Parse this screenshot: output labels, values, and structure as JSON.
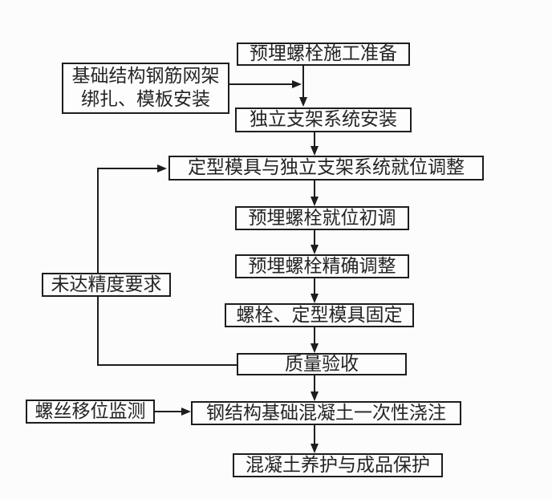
{
  "diagram": {
    "type": "flowchart",
    "language": "zh-CN",
    "colors": {
      "background": "#fcfcfc",
      "box_fill": "#fdfdfd",
      "line": "#1d1d1d",
      "text": "#242424"
    },
    "nodes": {
      "bolt_prep": {
        "label": "预埋螺栓施工准备"
      },
      "rebar_formwork": {
        "line1": "基础结构钢筋网架",
        "line2": "绑扎、模板安装"
      },
      "support_install": {
        "label": "独立支架系统安装"
      },
      "mold_positioning": {
        "label": "定型模具与独立支架系统就位调整"
      },
      "bolt_initial_adjust": {
        "label": "预埋螺栓就位初调"
      },
      "bolt_precise_adjust": {
        "label": "预埋螺栓精确调整"
      },
      "bolt_mold_fixing": {
        "label": "螺栓、定型模具固定"
      },
      "quality_check": {
        "label": "质量验收"
      },
      "precision_not_met": {
        "label": "未达精度要求"
      },
      "screw_monitoring": {
        "label": "螺丝移位监测"
      },
      "concrete_pouring": {
        "label": "钢结构基础混凝土一次性浇注"
      },
      "concrete_curing": {
        "label": "混凝土养护与成品保护"
      }
    },
    "edges": [
      {
        "from": "bolt_prep",
        "to": "support_install"
      },
      {
        "from": "rebar_formwork",
        "to": "support_install"
      },
      {
        "from": "support_install",
        "to": "mold_positioning"
      },
      {
        "from": "mold_positioning",
        "to": "bolt_initial_adjust"
      },
      {
        "from": "bolt_initial_adjust",
        "to": "bolt_precise_adjust"
      },
      {
        "from": "bolt_precise_adjust",
        "to": "bolt_mold_fixing"
      },
      {
        "from": "bolt_mold_fixing",
        "to": "quality_check"
      },
      {
        "from": "quality_check",
        "to": "mold_positioning",
        "label_node": "precision_not_met"
      },
      {
        "from": "quality_check",
        "to": "concrete_pouring"
      },
      {
        "from": "screw_monitoring",
        "to": "concrete_pouring"
      },
      {
        "from": "concrete_pouring",
        "to": "concrete_curing"
      }
    ]
  }
}
